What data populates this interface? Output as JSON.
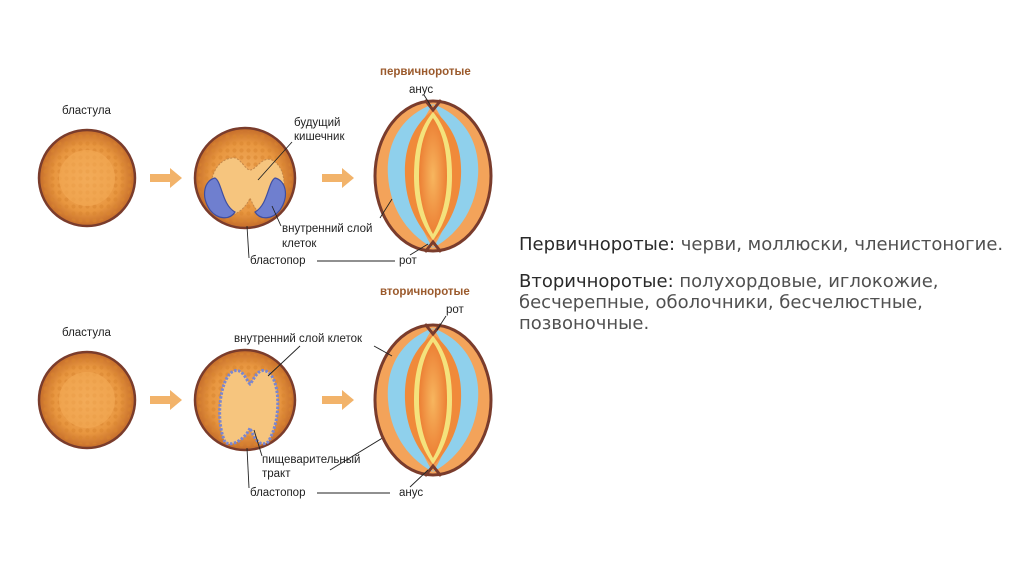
{
  "diagram": {
    "primary": {
      "heading": "первичноротые",
      "blastula": "бластула",
      "future_gut": [
        "будущий",
        "кишечник"
      ],
      "inner_layer": [
        "внутренний слой",
        "клеток"
      ],
      "blastopore": "бластопор",
      "anus": "анус",
      "mouth": "рот"
    },
    "secondary": {
      "heading": "вторичноротые",
      "blastula": "бластула",
      "inner_layer": "внутренний слой клеток",
      "digestive_tract": [
        "пищеварительный",
        "тракт"
      ],
      "blastopore": "бластопор",
      "mouth": "рот",
      "anus": "анус"
    }
  },
  "summary": {
    "protostomes": {
      "term": "Первичноротые:",
      "list": " черви, моллюски, членистоногие."
    },
    "deuterostomes": {
      "term": "Вторичноротые:",
      "list": " полухордовые, иглокожие, бесчерепные, оболочники, бесчелюстные, позвоночные."
    }
  },
  "colors": {
    "embryo_fill": "#e89a45",
    "embryo_outline": "#7a3c2c",
    "arrow": "#f2b36a",
    "ectoderm": "#f3a35a",
    "mesoderm_blue": "#8fd0ec",
    "endoderm_yellow": "#f4e27c",
    "gut_core": "#f08a3a",
    "heading": "#9b5a2c"
  }
}
